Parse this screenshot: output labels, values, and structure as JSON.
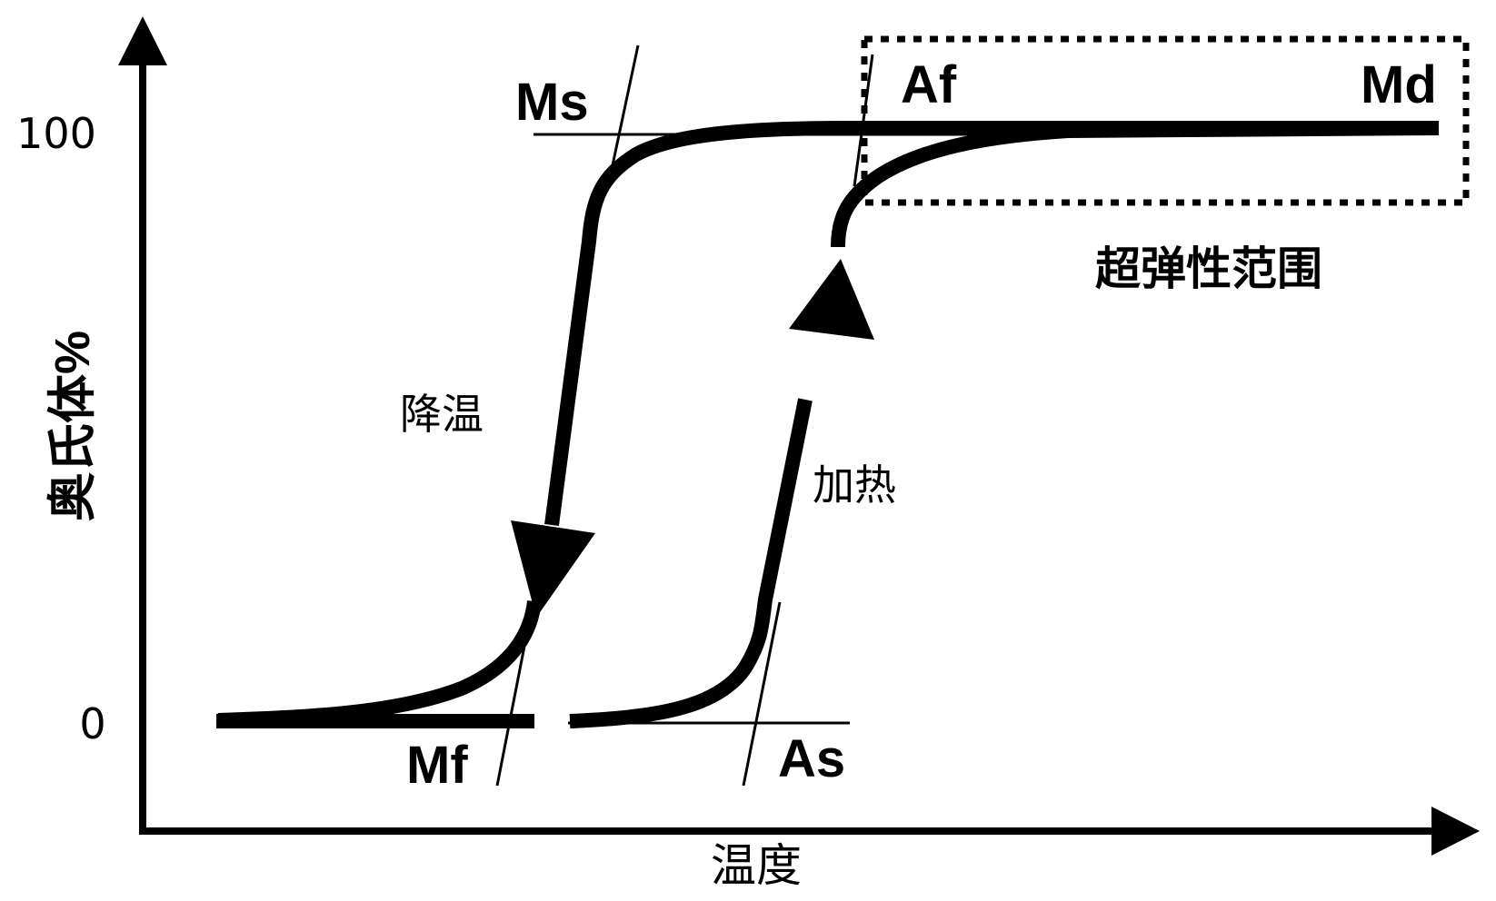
{
  "axes": {
    "y_label": "奥氏体%",
    "x_label": "温度",
    "y_ticks": [
      "100",
      "0"
    ]
  },
  "points": {
    "ms": "Ms",
    "mf": "Mf",
    "as": "As",
    "af": "Af",
    "md": "Md"
  },
  "annotations": {
    "cooling": "降温",
    "heating": "加热",
    "superelastic_range": "超弹性范围"
  },
  "colors": {
    "ink": "#000000",
    "background": "#ffffff"
  }
}
